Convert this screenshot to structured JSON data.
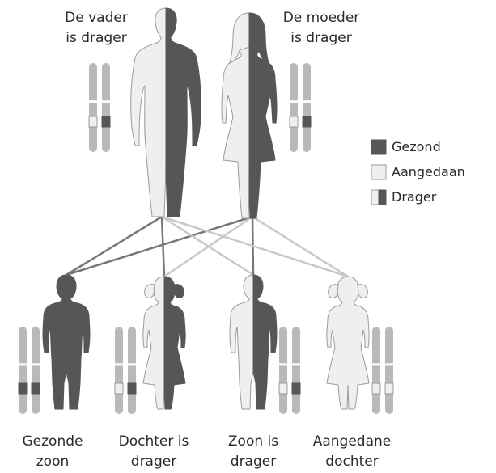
{
  "parents": {
    "father": {
      "caption": [
        "De vader",
        "is drager"
      ],
      "status": "carrier"
    },
    "mother": {
      "caption": [
        "De moeder",
        "is drager"
      ],
      "status": "carrier"
    }
  },
  "legend": [
    {
      "label": "Gezond",
      "status": "healthy"
    },
    {
      "label": "Aangedaan",
      "status": "affected"
    },
    {
      "label": "Drager",
      "status": "carrier"
    }
  ],
  "children": [
    {
      "caption": [
        "Gezonde",
        "zoon"
      ],
      "status": "healthy",
      "sex": "male"
    },
    {
      "caption": [
        "Dochter is",
        "drager"
      ],
      "status": "carrier",
      "sex": "female"
    },
    {
      "caption": [
        "Zoon is",
        "drager"
      ],
      "status": "carrier",
      "sex": "male"
    },
    {
      "caption": [
        "Aangedane",
        "dochter"
      ],
      "status": "affected",
      "sex": "female"
    }
  ],
  "colors": {
    "healthy": "#565656",
    "affected": "#efefef",
    "outline": "#9a9a9a",
    "chromosome": "#b9b9b9",
    "line_dark": "#777777",
    "line_light": "#c9c9c9"
  }
}
